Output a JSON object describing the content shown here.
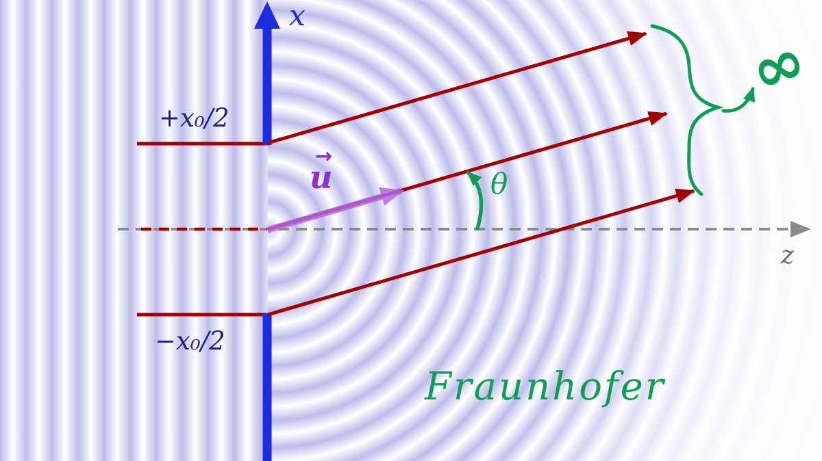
{
  "labels": {
    "x_axis": "x",
    "z_axis": "z",
    "slit_top": "+x₀/2",
    "slit_bottom": "−x₀/2",
    "wave_vector": "u",
    "wave_vector_arrow": "→",
    "angle": "θ",
    "infinity": "∞",
    "regime": "Fraunhofer"
  },
  "colors": {
    "axis_blue": "#1c2be2",
    "ray_red": "#a40000",
    "annotation_green": "#0e9e54",
    "vector_purple": "#b468e2",
    "vector_label_purple": "#8d2fd6",
    "axis_gray": "#8b8b8b",
    "slit_label_navy": "#1b2383",
    "wavefront_lavender": "#9393de"
  }
}
